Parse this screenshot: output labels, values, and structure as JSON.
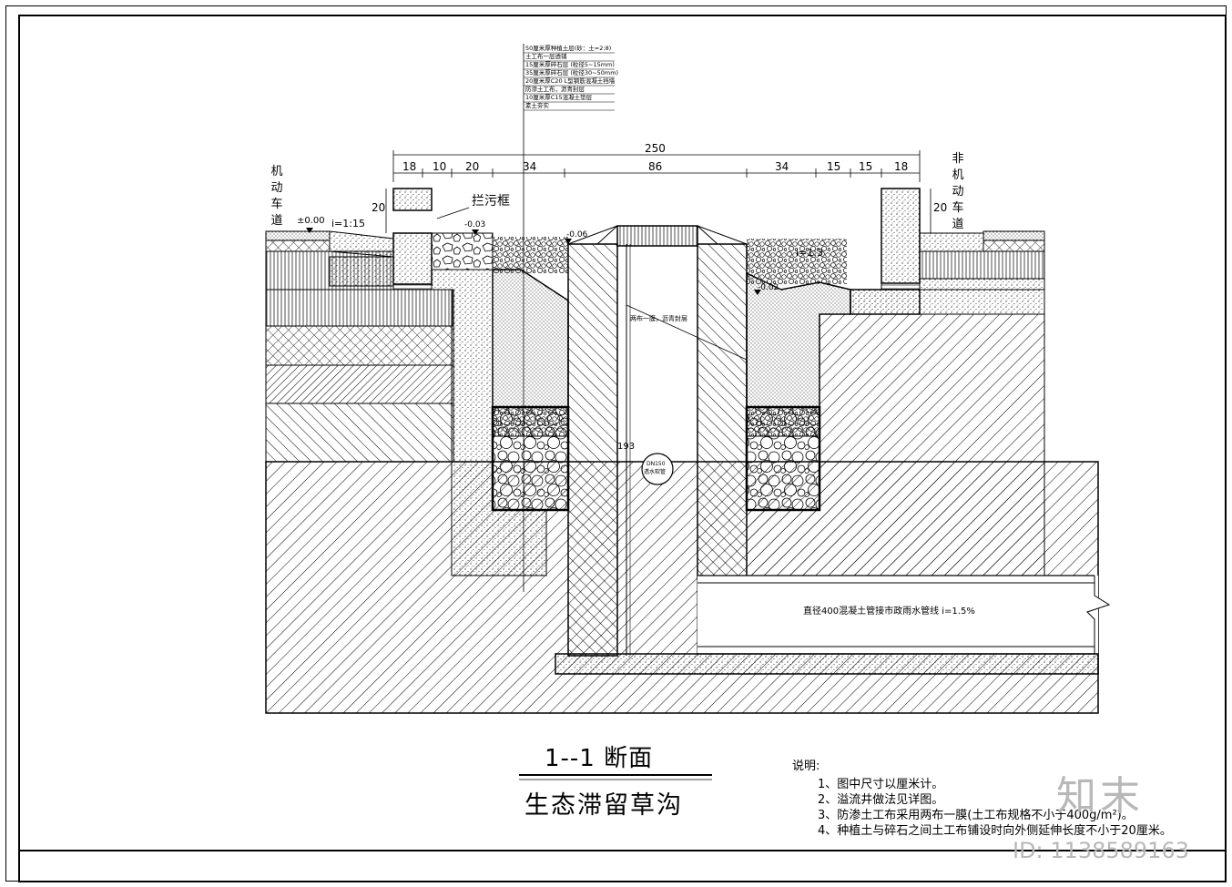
{
  "drawing": {
    "title": "1--1 断面",
    "subtitle": "生态滞留草沟"
  },
  "left_side_label": [
    "机",
    "动",
    "车",
    "道"
  ],
  "right_side_label": [
    "非",
    "机",
    "动",
    "车",
    "道"
  ],
  "layer_legend": [
    "50厘米厚种植土层(砂：土=2:8)",
    "土工布一层透铺",
    "15厘米厚碎石层 (粒径5~15mm)",
    "35厘米厚碎石层 (粒径30~50mm)",
    "20厘米厚C20 L型钢筋混凝土挡墙",
    "防渗土工布，沥青封层",
    "10厘米厚C15混凝土垫层",
    "素土夯实"
  ],
  "dimensions": {
    "total": "250",
    "segments": [
      "18",
      "10",
      "20",
      "34",
      "86",
      "34",
      "15",
      "15",
      "18"
    ],
    "left_curb_height": "20",
    "right_curb_height": "20",
    "well_depth": "193"
  },
  "annotations": {
    "elevation_zero": "±0.00",
    "slope_left": "i=1:15",
    "trash_frame": "拦污框",
    "elev_left": "-0.03",
    "elev_mid": "-0.06",
    "elev_right": "-0.02",
    "slope_right": "i=1:3",
    "well_lining": "两布一膜，沥青封层",
    "pipe_circle_line1": "DN150",
    "pipe_circle_line2": "透水软管",
    "pipe_note": "直径400混凝土管接市政雨水管线  i=1.5%"
  },
  "notes": {
    "heading": "说明:",
    "items": [
      "1、图中尺寸以厘米计。",
      "2、溢流井做法见详图。",
      "3、防渗土工布采用两布一膜(土工布规格不小于400g/m²)。",
      "4、种植土与碎石之间土工布铺设时向外侧延伸长度不小于20厘米。"
    ]
  },
  "watermark": {
    "logo": "知末",
    "id": "ID: 1138589163"
  }
}
